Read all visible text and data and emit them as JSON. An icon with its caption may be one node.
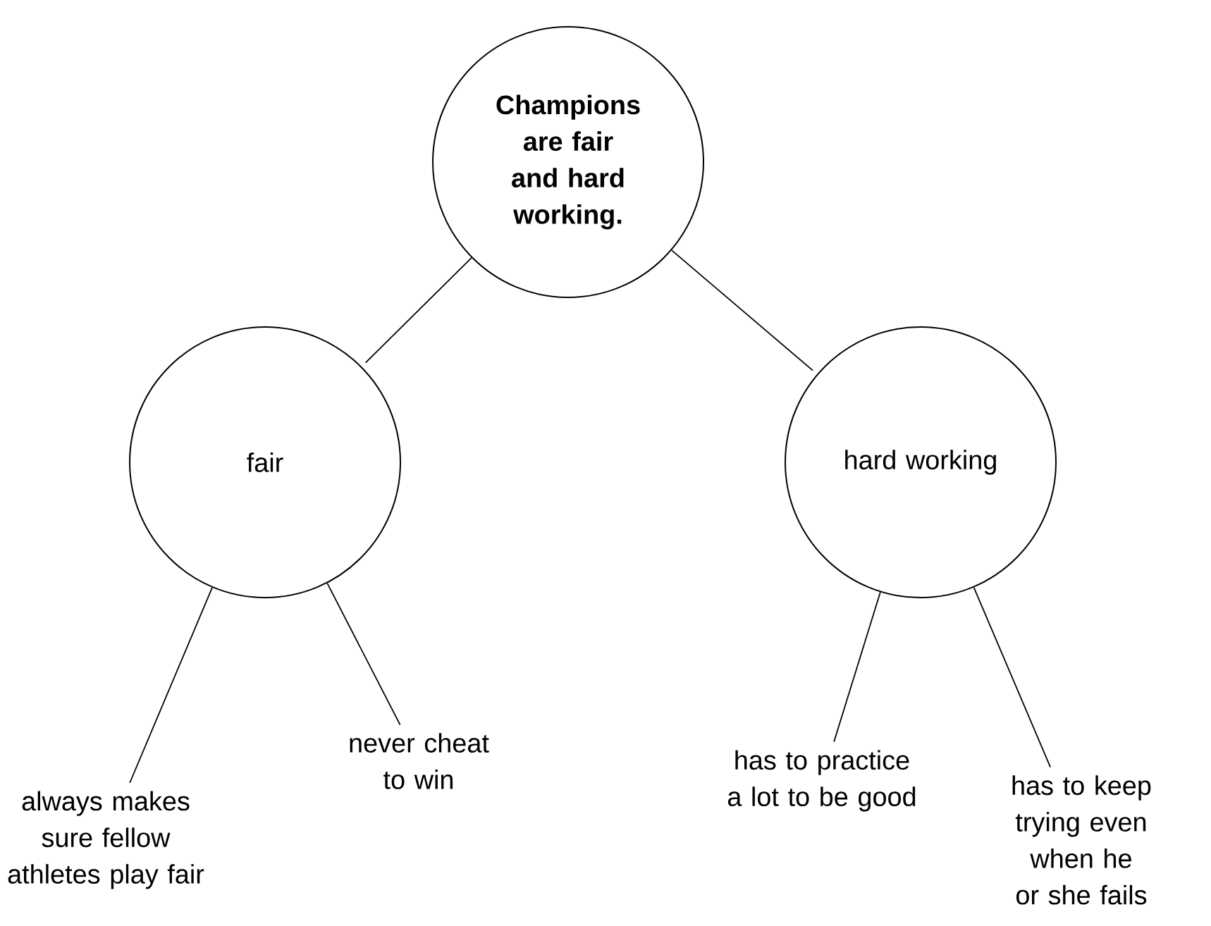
{
  "diagram": {
    "nodes": [
      {
        "text": [
          "Champions are fair and hard working."
        ]
      },
      {
        "text": [
          "fair"
        ]
      },
      {
        "text": [
          "hard working"
        ]
      },
      {
        "text": [
          "always makes sure fellow athletes play fair"
        ]
      },
      {
        "text": [
          "never cheat to win"
        ]
      },
      {
        "text": [
          "has to practice a lot to be good"
        ]
      },
      {
        "text": [
          "has to keep trying even when he or she fails"
        ]
      }
    ],
    "edges": [
      {
        "from": 0,
        "to": 1,
        "arrow": "none"
      },
      {
        "from": 0,
        "to": 2,
        "arrow": "none"
      },
      {
        "from": 1,
        "to": 3,
        "arrow": "none"
      },
      {
        "from": 1,
        "to": 4,
        "arrow": "none"
      },
      {
        "from": 2,
        "to": 5,
        "arrow": "none"
      },
      {
        "from": 2,
        "to": 6,
        "arrow": "none"
      }
    ]
  }
}
